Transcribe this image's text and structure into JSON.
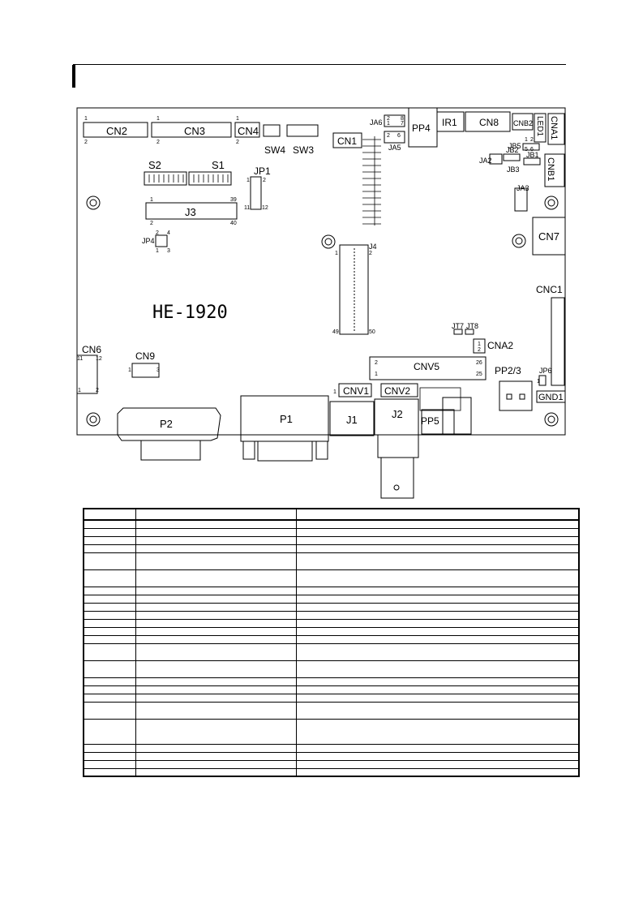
{
  "board": {
    "model": "HE-1920",
    "labels": {
      "cn2": "CN2",
      "cn3": "CN3",
      "cn4": "CN4",
      "sw4": "SW4",
      "sw3": "SW3",
      "cn1": "CN1",
      "ja6": "JA6",
      "ja5": "JA5",
      "pp4": "PP4",
      "ir1": "IR1",
      "cn8": "CN8",
      "cnb2": "CNB2",
      "led1": "LED1",
      "cna1": "CNA1",
      "jb5": "JB5",
      "jb2": "JB2",
      "ja2": "JA2",
      "jb3": "JB3",
      "jb1": "JB1",
      "cnb1": "CNB1",
      "s2": "S2",
      "s1": "S1",
      "jp1": "JP1",
      "j3": "J3",
      "ja3": "JA3",
      "cn7": "CN7",
      "jp4": "JP4",
      "j4": "J4",
      "cnc1": "CNC1",
      "jt7": "JT7",
      "jt8": "JT8",
      "cna2": "CNA2",
      "cn6": "CN6",
      "cn9": "CN9",
      "cnv5": "CNV5",
      "pp2_3": "PP2/3",
      "jp6": "JP6",
      "gnd1": "GND1",
      "cnv1": "CNV1",
      "cnv2": "CNV2",
      "j1": "J1",
      "j2": "J2",
      "pp5": "PP5",
      "p2": "P2",
      "p1": "P1"
    },
    "pins": {
      "cn2_1": "1",
      "cn2_2": "2",
      "cn3_1": "1",
      "cn3_2": "2",
      "cn4_1": "1",
      "cn4_2": "2",
      "j3_1": "1",
      "j3_2": "2",
      "j3_39": "39",
      "j3_40": "40",
      "jp1_1": "1",
      "jp1_2": "2",
      "jp1_11": "11",
      "jp1_12": "12",
      "jp4_1": "1",
      "jp4_2": "2",
      "jp4_3": "3",
      "jp4_4": "4",
      "j4_1": "1",
      "j4_2": "2",
      "j4_49": "49",
      "j4_50": "50",
      "cn6_1": "1",
      "cn6_2": "2",
      "cn6_11": "11",
      "cn6_12": "12",
      "cn9_1": "1",
      "cn9_3": "3",
      "cnv5_1": "1",
      "cnv5_2": "2",
      "cnv5_25": "25",
      "cnv5_26": "26",
      "cnv1_1": "1",
      "cna2_1": "1",
      "cna2_2": "2",
      "jp6_1": "1",
      "ja6_1": "1",
      "ja6_2": "2",
      "ja6_7": "7",
      "ja6_8": "8",
      "ja5_2": "2",
      "ja5_6": "6",
      "jb5_1": "1",
      "jb5_2": "2",
      "jb5_5": "5",
      "jb5_6": "6"
    }
  },
  "table": {
    "columns": [
      "",
      "",
      ""
    ],
    "rows": [
      [
        "",
        "",
        ""
      ],
      [
        "",
        "",
        ""
      ],
      [
        "",
        "",
        ""
      ],
      [
        "",
        "",
        ""
      ],
      [
        "",
        "",
        ""
      ],
      [
        "",
        "",
        ""
      ],
      [
        "",
        "",
        ""
      ],
      [
        "",
        "",
        ""
      ],
      [
        "",
        "",
        ""
      ],
      [
        "",
        "",
        ""
      ],
      [
        "",
        "",
        ""
      ],
      [
        "",
        "",
        ""
      ],
      [
        "",
        "",
        ""
      ],
      [
        "",
        "",
        ""
      ],
      [
        "",
        "",
        ""
      ],
      [
        "",
        "",
        ""
      ],
      [
        "",
        "",
        ""
      ],
      [
        "",
        "",
        ""
      ],
      [
        "",
        "",
        ""
      ],
      [
        "",
        "",
        ""
      ],
      [
        "",
        "",
        ""
      ],
      [
        "",
        "",
        ""
      ],
      [
        "",
        "",
        ""
      ],
      [
        "",
        "",
        ""
      ],
      [
        "",
        "",
        ""
      ],
      [
        "",
        "",
        ""
      ],
      [
        "",
        "",
        ""
      ],
      [
        "",
        "",
        ""
      ],
      [
        "",
        "",
        ""
      ],
      [
        "",
        "",
        ""
      ]
    ]
  }
}
